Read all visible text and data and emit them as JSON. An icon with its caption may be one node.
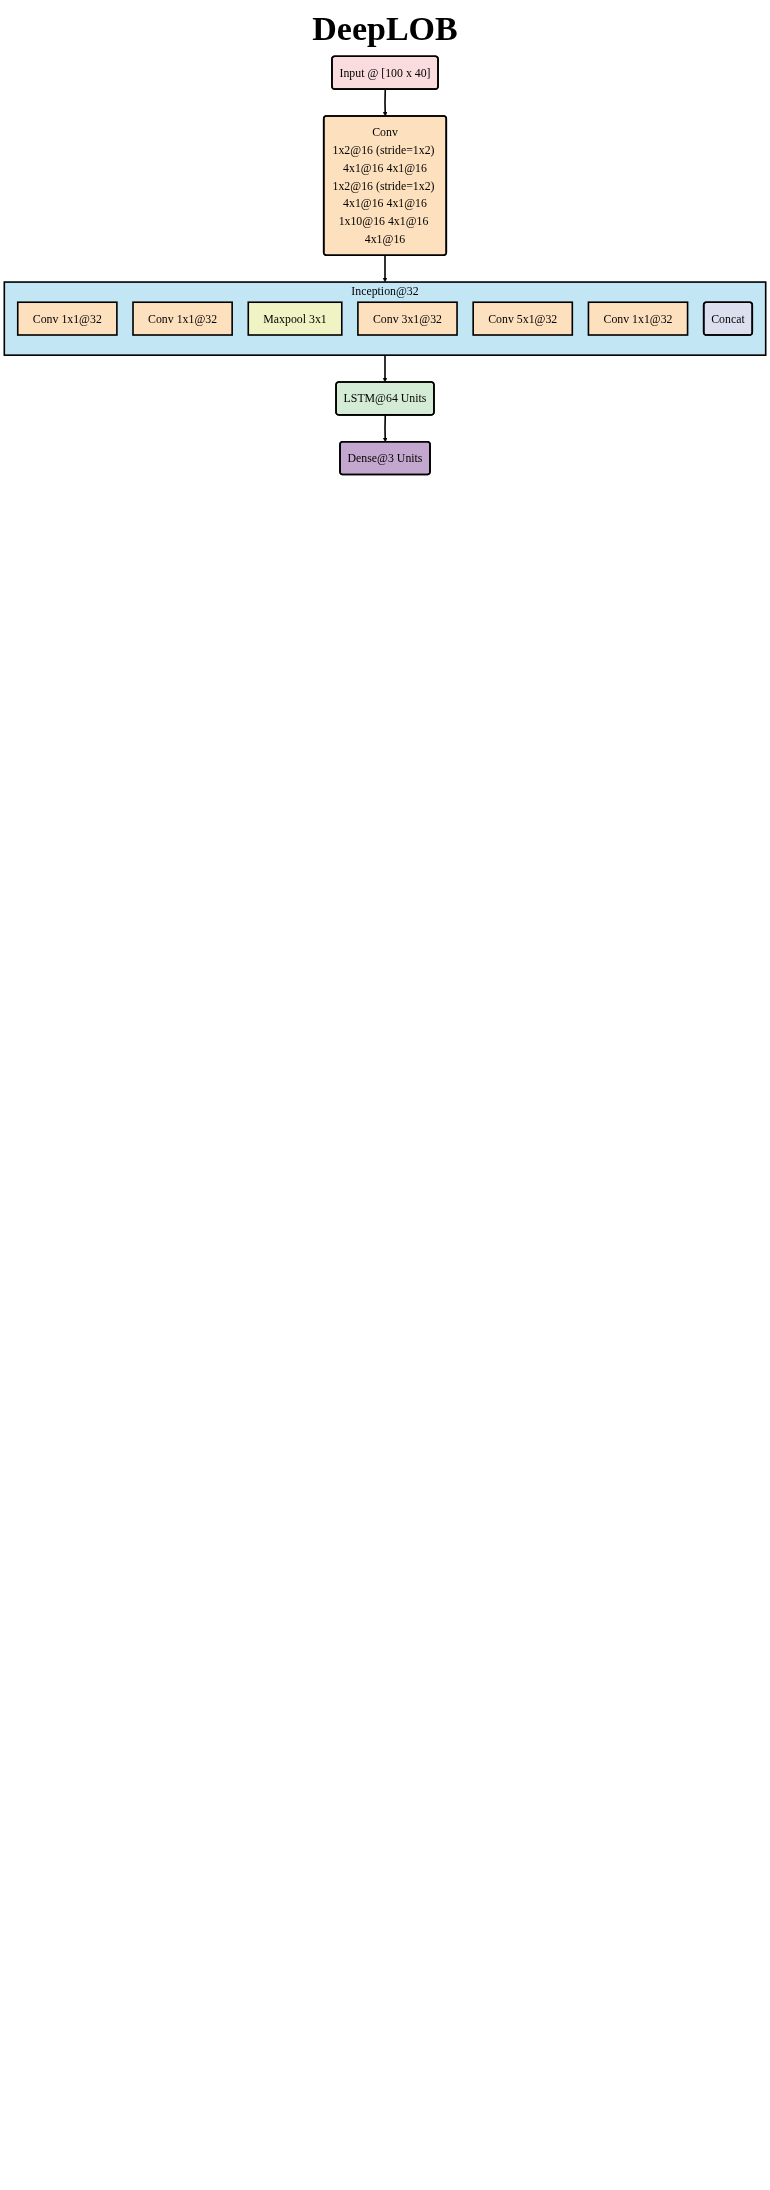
{
  "diagram": {
    "title": "DeepLOB",
    "nodes": [
      {
        "text": [
          "Input @ [100 x 40]"
        ]
      },
      {
        "text": [
          "Conv",
          "1x2@16 (stride=1x2) 4x1@16 4x1@16",
          "1x2@16 (stride=1x2) 4x1@16 4x1@16",
          "1x10@16 4x1@16 4x1@16"
        ]
      },
      {
        "text": [
          "Inception@32"
        ]
      },
      {
        "text": [
          "Conv 1x1@32"
        ],
        "in": 2
      },
      {
        "text": [
          "Conv 1x1@32"
        ],
        "in": 2
      },
      {
        "text": [
          "Maxpool 3x1"
        ],
        "in": 2
      },
      {
        "text": [
          "Conv 3x1@32"
        ],
        "in": 2
      },
      {
        "text": [
          "Conv 5x1@32"
        ],
        "in": 2
      },
      {
        "text": [
          "Conv 1x1@32"
        ],
        "in": 2
      },
      {
        "text": [
          "Concat"
        ],
        "in": 2
      },
      {
        "text": [
          "LSTM@64 Units"
        ]
      },
      {
        "text": [
          "Dense@3 Units"
        ]
      }
    ],
    "edges": [
      {
        "from": 0,
        "to": 1,
        "arrow": "to"
      },
      {
        "from": 1,
        "to": 2,
        "arrow": "to"
      },
      {
        "from": 2,
        "to": 10,
        "arrow": "to"
      },
      {
        "from": 10,
        "to": 11,
        "arrow": "to"
      }
    ]
  }
}
